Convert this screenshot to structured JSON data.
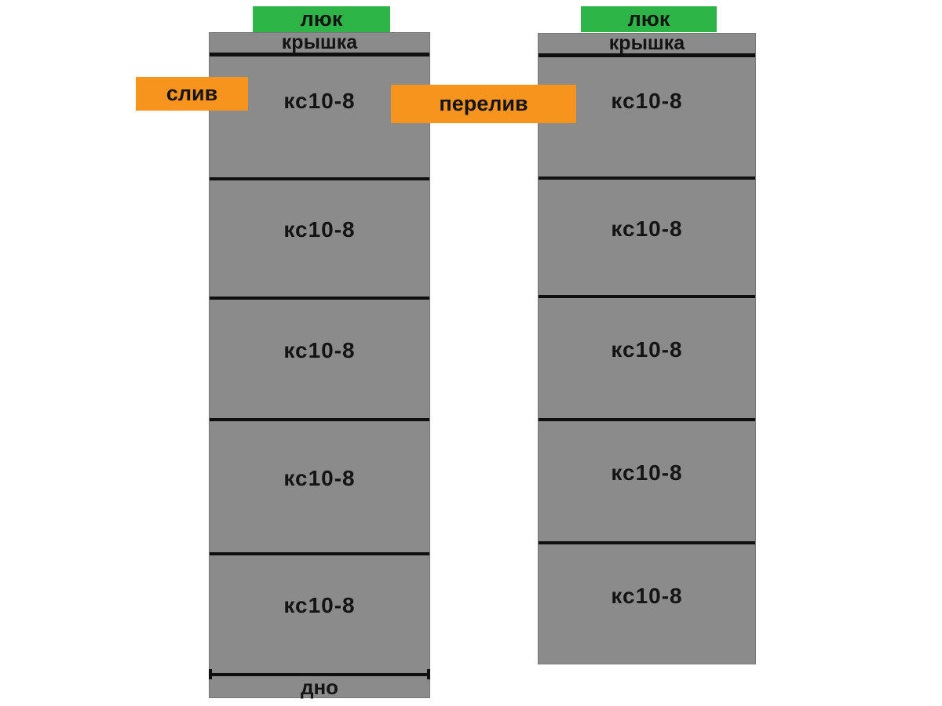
{
  "colors": {
    "tank_grey": "#8b8b8b",
    "hatch_green": "#2db548",
    "pipe_orange": "#f7941e",
    "line_black": "#0f0f0f",
    "text_black": "#141414"
  },
  "left_tank": {
    "hatch_label": "люк",
    "cover_label": "крышка",
    "rings": [
      "кс10-8",
      "кс10-8",
      "кс10-8",
      "кс10-8",
      "кс10-8"
    ],
    "bottom_label": "дно"
  },
  "right_tank": {
    "hatch_label": "люк",
    "cover_label": "крышка",
    "rings": [
      "кс10-8",
      "кс10-8",
      "кс10-8",
      "кс10-8",
      "кс10-8"
    ]
  },
  "pipe_labels": {
    "drain": "слив",
    "overflow": "перелив"
  }
}
